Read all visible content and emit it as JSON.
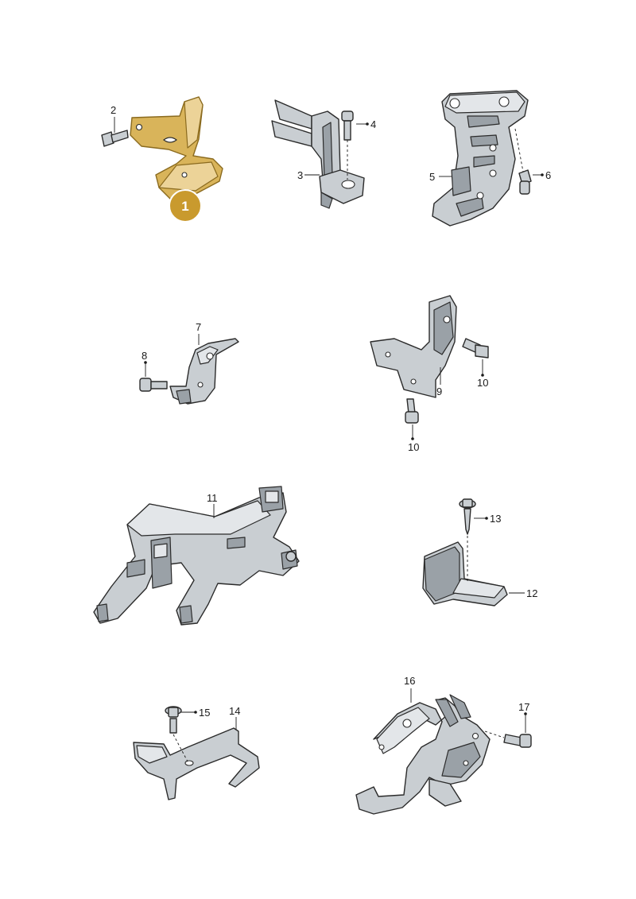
{
  "diagram": {
    "highlight_color": "#c99a2e",
    "part_color": "#c9ced2",
    "callouts": {
      "c1": "1",
      "c2": "2",
      "c3": "3",
      "c4": "4",
      "c5": "5",
      "c6": "6",
      "c7": "7",
      "c8": "8",
      "c9": "9",
      "c10a": "10",
      "c10b": "10",
      "c11": "11",
      "c12": "12",
      "c13": "13",
      "c14": "14",
      "c15": "15",
      "c16": "16",
      "c17": "17"
    }
  }
}
